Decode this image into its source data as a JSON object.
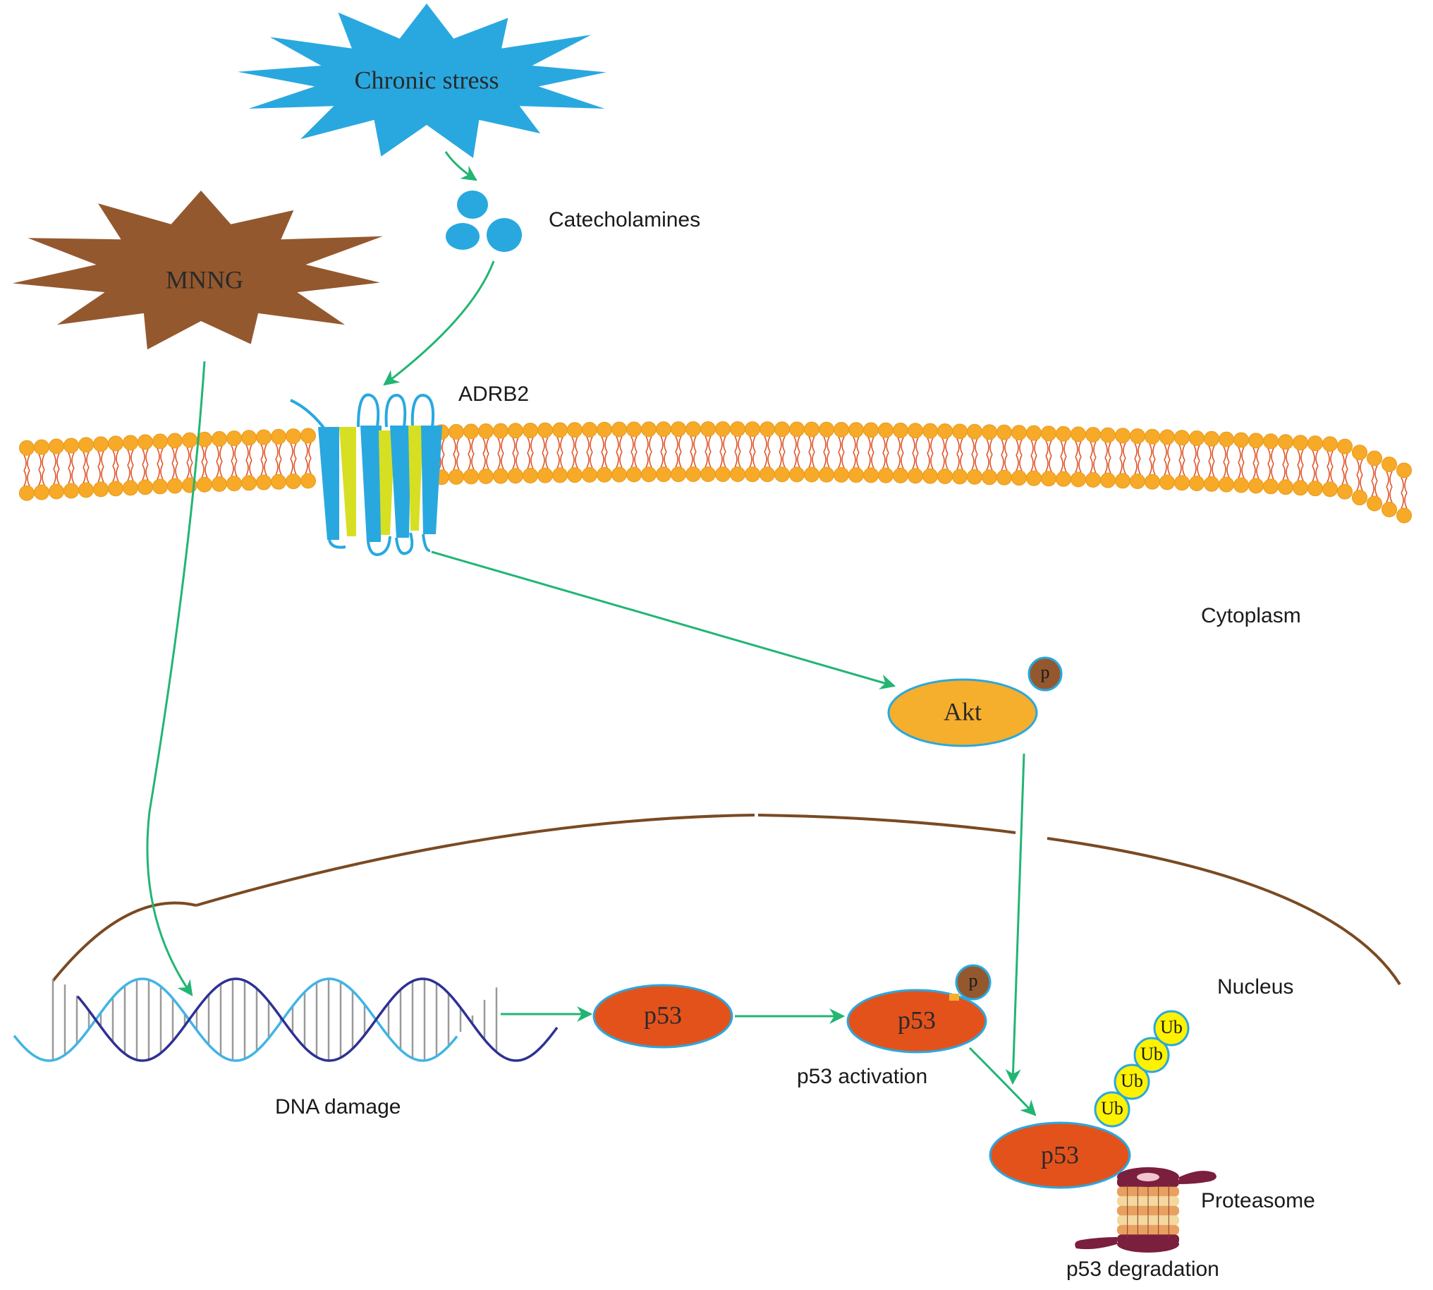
{
  "labels": {
    "chronic_stress": "Chronic stress",
    "catecholamines": "Catecholamines",
    "mnng": "MNNG",
    "adrb2": "ADRB2",
    "cytoplasm": "Cytoplasm",
    "akt": "Akt",
    "phospho": "p",
    "nucleus": "Nucleus",
    "dna_damage": "DNA damage",
    "p53": "p53",
    "p53_activation": "p53 activation",
    "ubiquitin": "Ub",
    "proteasome": "Proteasome",
    "p53_degradation": "p53 degradation"
  },
  "colors": {
    "stress_burst": "#29a8df",
    "mnng_burst": "#94582e",
    "arrow": "#22b573",
    "membrane_head": "#f7a928",
    "membrane_tail": "#e0552b",
    "receptor_blue": "#29a8df",
    "receptor_yellow": "#d7df23",
    "akt": "#f6ae2d",
    "p53": "#e4521c",
    "phospho": "#94582e",
    "ubiquitin": "#fff200",
    "nucleus_envelope": "#7a4a22",
    "proteasome": "#7a1f3d",
    "dna_strand_light": "#40b4e5",
    "dna_strand_dark": "#2e3192"
  }
}
